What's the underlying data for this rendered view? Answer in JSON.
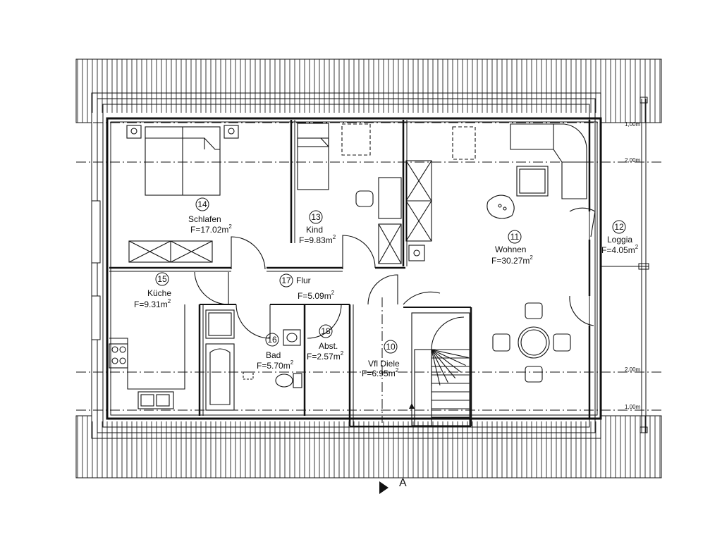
{
  "rooms": [
    {
      "num": "14",
      "name": "Schlafen",
      "area": "F=17.02m",
      "sup": "2"
    },
    {
      "num": "13",
      "name": "Kind",
      "area": "F=9.83m",
      "sup": "2"
    },
    {
      "num": "11",
      "name": "Wohnen",
      "area": "F=30.27m",
      "sup": "2"
    },
    {
      "num": "12",
      "name": "Loggia",
      "area": "F=4.05m",
      "sup": "2"
    },
    {
      "num": "15",
      "name": "Küche",
      "area": "F=9.31m",
      "sup": "2"
    },
    {
      "num": "17",
      "name": "Flur",
      "area": "F=5.09m",
      "sup": "2"
    },
    {
      "num": "16",
      "name": "Bad",
      "area": "F=5.70m",
      "sup": "2"
    },
    {
      "num": "18",
      "name": "Abst.",
      "area": "F=2.57m",
      "sup": "2"
    },
    {
      "num": "10",
      "name": "Vfl Diele",
      "area": "F=6.95m",
      "sup": "2"
    }
  ],
  "dimensions": [
    "1,00m",
    "2,00m",
    "2,00m",
    "1,00m"
  ],
  "section_marker": "A"
}
